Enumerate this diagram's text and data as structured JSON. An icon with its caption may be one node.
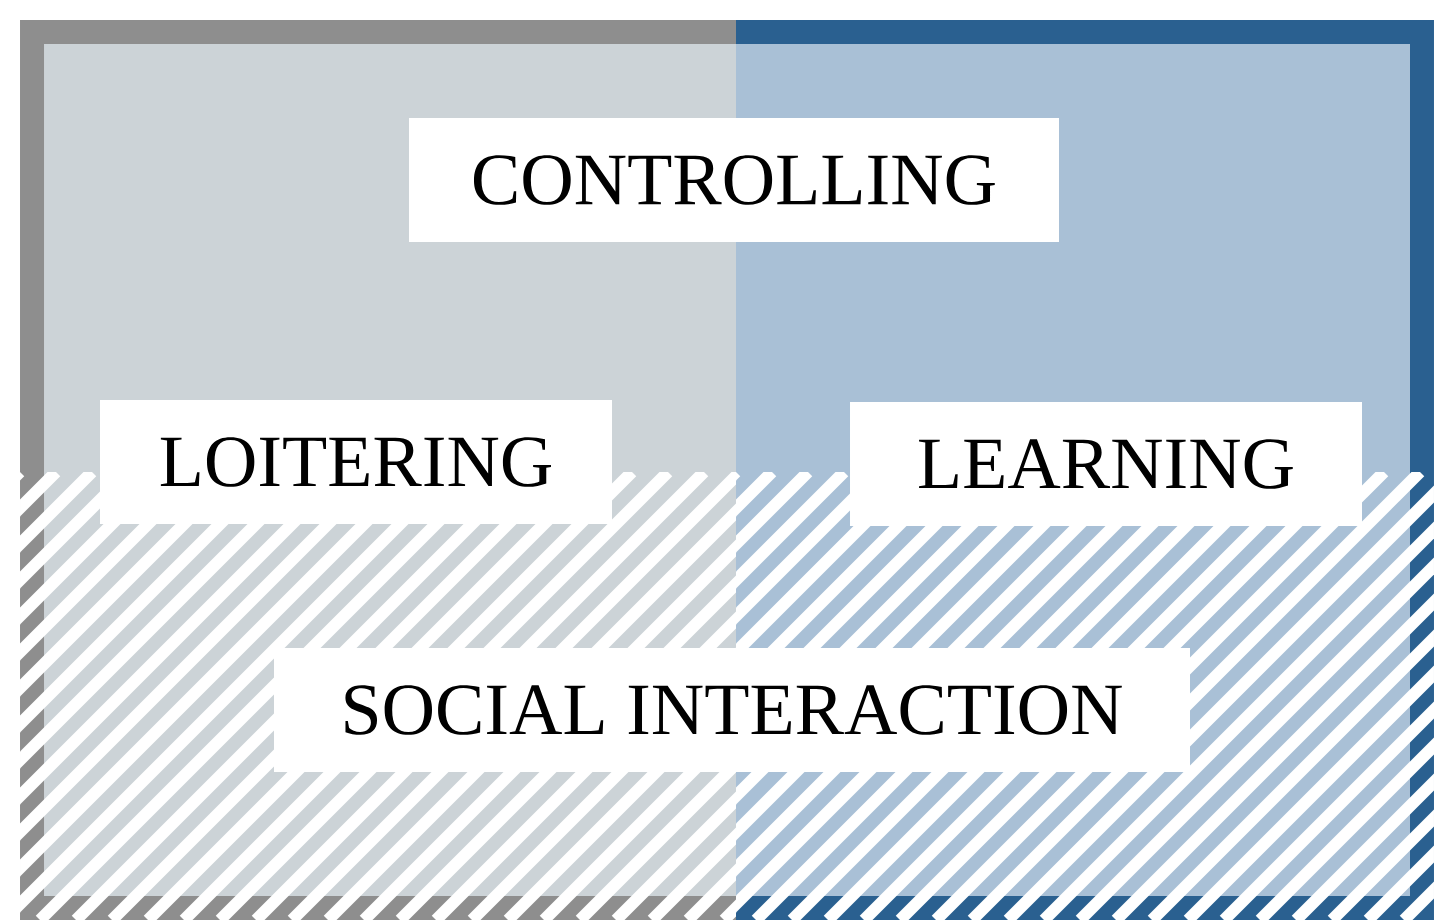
{
  "diagram": {
    "nodes": [
      {
        "text": [
          "CONTROLLING"
        ]
      },
      {
        "text": [
          "LOITERING"
        ]
      },
      {
        "text": [
          "LEARNING"
        ]
      },
      {
        "text": [
          "SOCIAL INTERACTION"
        ]
      }
    ]
  }
}
